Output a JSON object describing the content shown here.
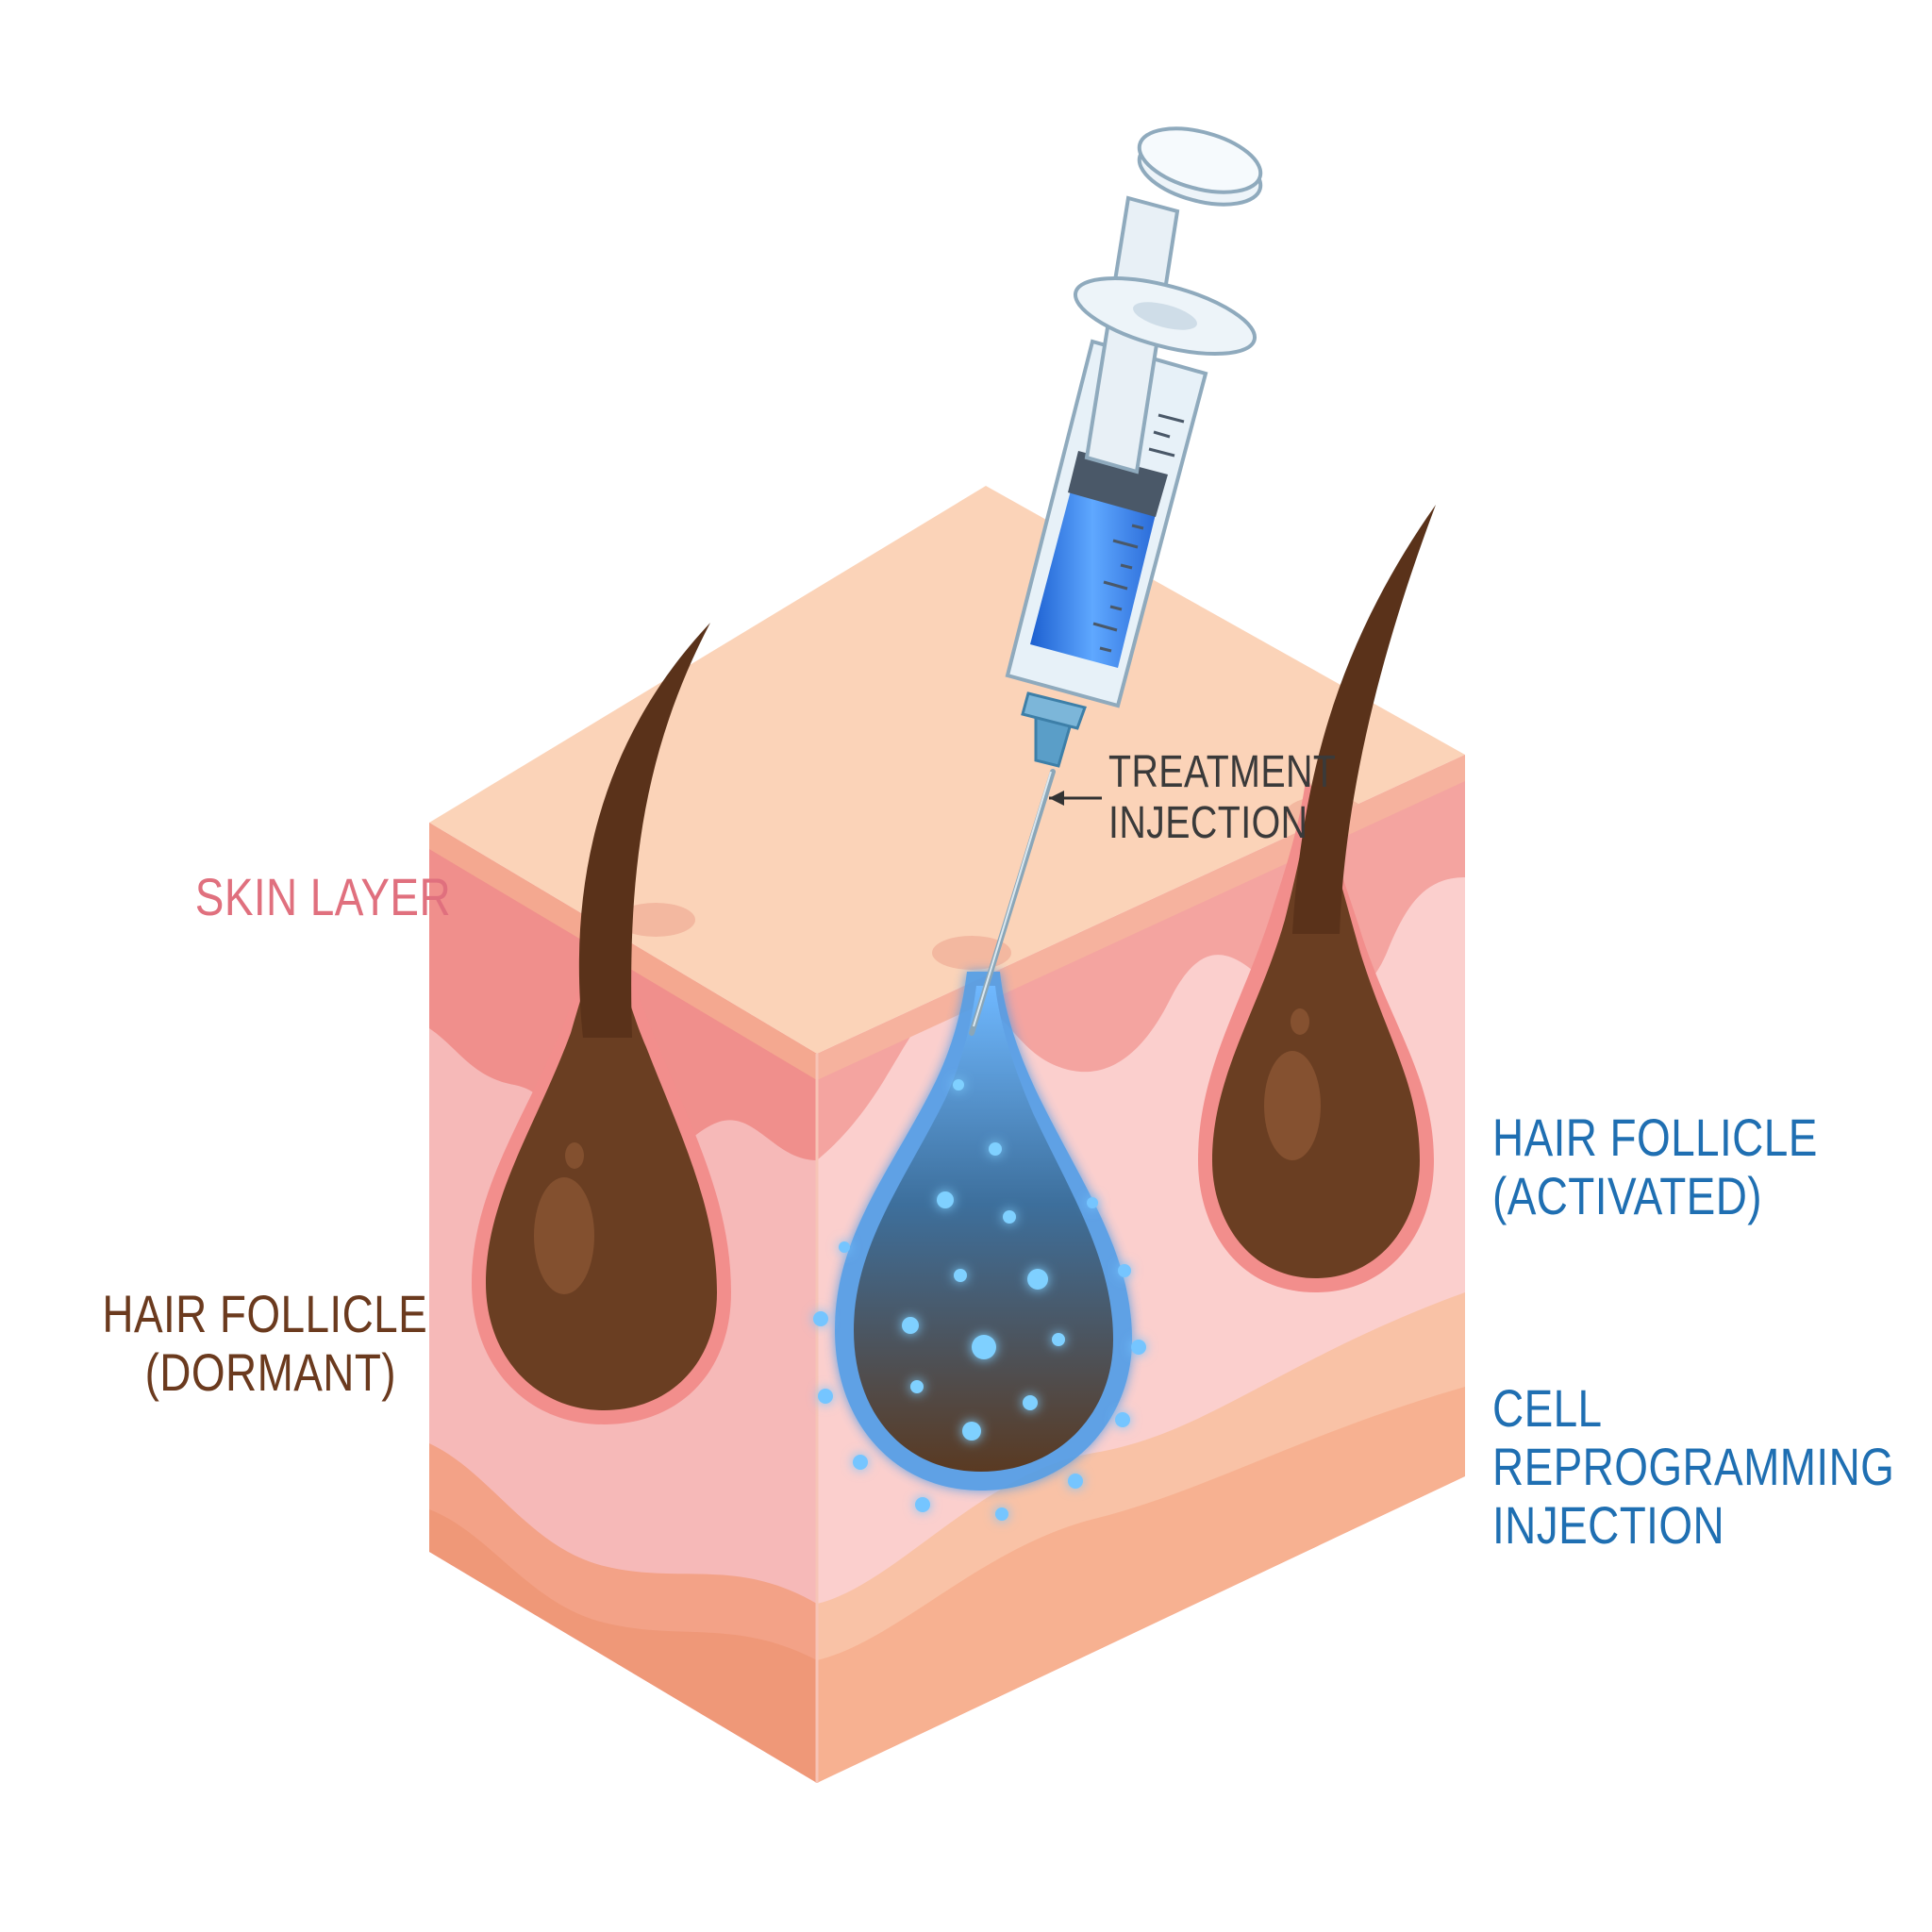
{
  "labels": {
    "skin_layer": "SKIN LAYER",
    "treatment_injection": [
      "TREATMENT",
      "INJECTION"
    ],
    "hair_follicle_dormant": [
      "HAIR FOLLICLE",
      "(DORMANT)"
    ],
    "hair_follicle_activated": [
      "HAIR FOLLICLE",
      "(ACTIVATED)"
    ],
    "cell_reprogramming_injection": [
      "CELL",
      "REPROGRAMMING",
      "INJECTION"
    ]
  },
  "colors": {
    "skin_label": "#e0707e",
    "dormant_label": "#6b3a1e",
    "activated_label": "#1f6fb2",
    "treatment_label": "#3a3a3a",
    "skin_top": "#fbd2b6",
    "epidermis": "#f29c9a",
    "dermis_front": "#f6bdbd",
    "dermis_side": "#fbd0cd",
    "subcutis": "#f6ae8c",
    "hair": "#6b3e22",
    "serum": "#3b8bea"
  },
  "syringe": {
    "fill_level_percent": 55
  }
}
